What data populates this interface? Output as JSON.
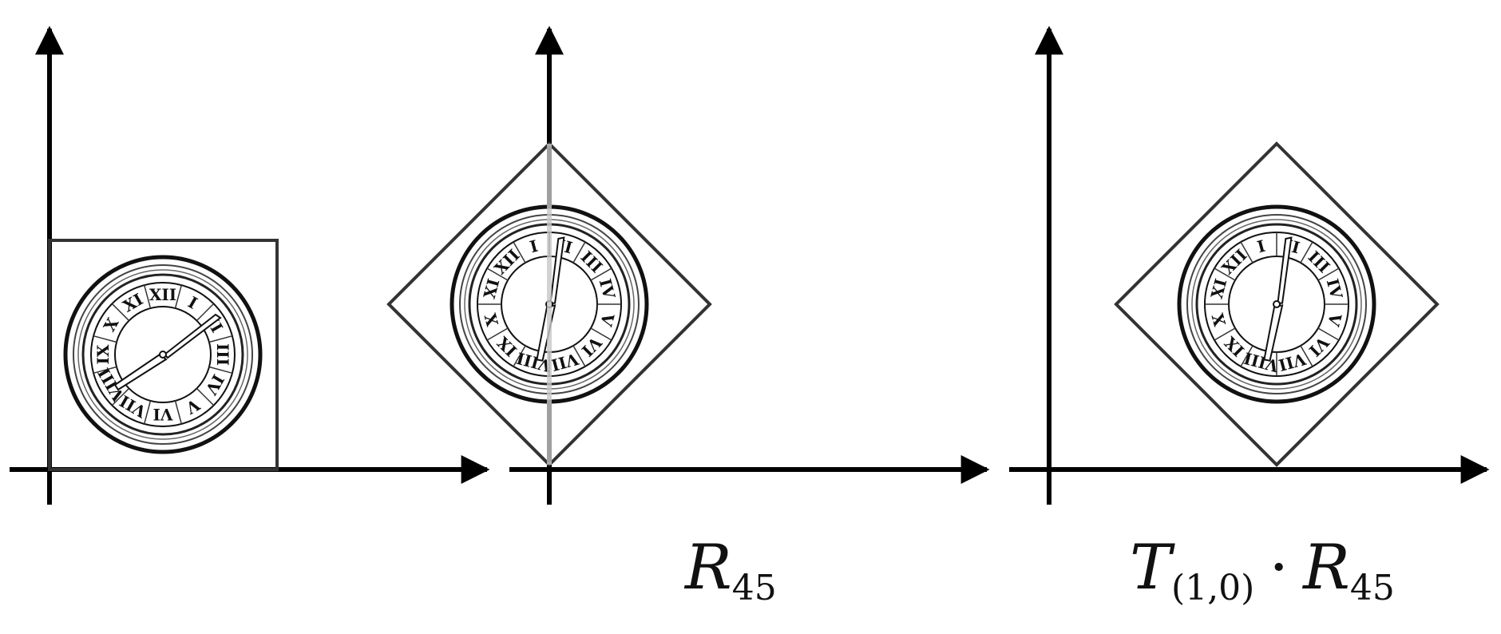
{
  "panels": [
    {
      "label_main": "",
      "label_sub": ""
    },
    {
      "label_main": "R",
      "label_sub": "45"
    },
    {
      "label_main": "T",
      "label_sub": "(1,0)",
      "operator": "·",
      "label_main_2": "R",
      "label_sub_2": "45"
    }
  ],
  "clock_numerals": [
    "XII",
    "I",
    "II",
    "III",
    "IV",
    "V",
    "VI",
    "VII",
    "VIII",
    "IX",
    "X",
    "XI"
  ],
  "colors": {
    "axis": "#000000",
    "frame": "#333333",
    "guide": "#c8c8c8"
  }
}
